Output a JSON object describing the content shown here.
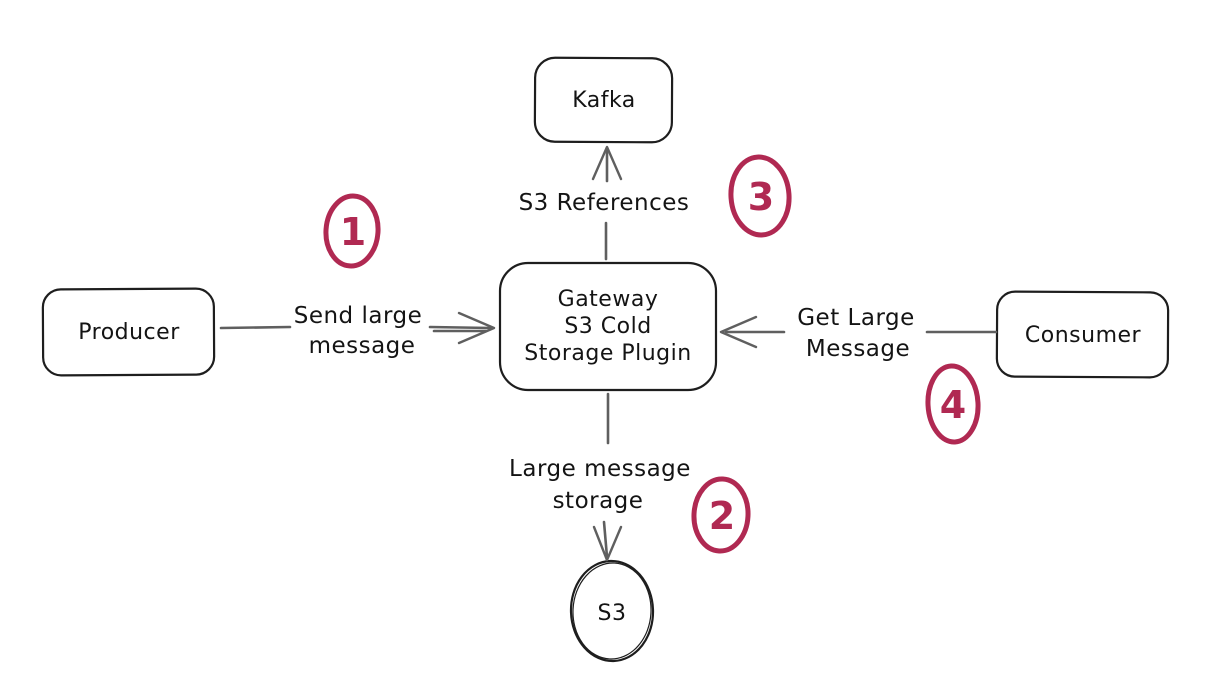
{
  "canvas": {
    "background_color": "#ffffff",
    "shape_stroke_color": "#1e1e1e",
    "connector_color": "#5f5f5f",
    "accent_color": "#b02952"
  },
  "nodes": {
    "producer": {
      "label": "Producer"
    },
    "kafka": {
      "label": "Kafka"
    },
    "gateway": {
      "label_line1": "Gateway",
      "label_line2": "S3 Cold",
      "label_line3": "Storage Plugin"
    },
    "consumer": {
      "label": "Consumer"
    },
    "s3": {
      "label": "S3"
    }
  },
  "edges": {
    "send_large_message": {
      "from": "Producer",
      "to": "Gateway S3 Cold Storage Plugin",
      "label_line1": "Send large",
      "label_line2": "message",
      "step": "1"
    },
    "s3_references": {
      "from": "Gateway S3 Cold Storage Plugin",
      "to": "Kafka",
      "label": "S3 References",
      "step": "3"
    },
    "large_message_storage": {
      "from": "Gateway S3 Cold Storage Plugin",
      "to": "S3",
      "label_line1": "Large message",
      "label_line2": "storage",
      "step": "2"
    },
    "get_large_message": {
      "from": "Consumer",
      "to": "Gateway S3 Cold Storage Plugin",
      "label_line1": "Get Large",
      "label_line2": "Message",
      "step": "4"
    }
  }
}
